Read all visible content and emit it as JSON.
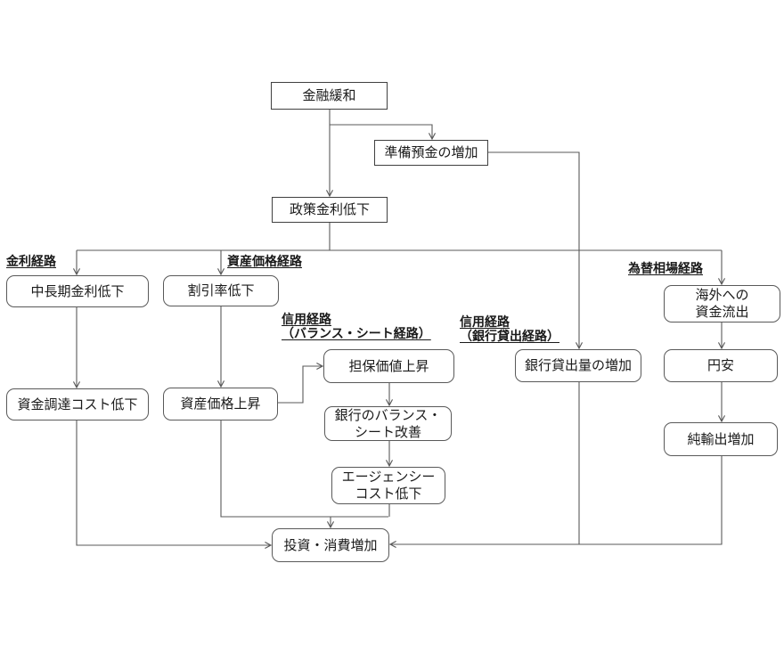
{
  "nodes": {
    "monetary_easing": "金融緩和",
    "reserve_deposits_increase": "準備預金の増加",
    "policy_rate_cut": "政策金利低下",
    "mid_long_term_rate_cut": "中長期金利低下",
    "discount_rate_cut": "割引率低下",
    "collateral_value_rise": "担保価値上昇",
    "bank_lending_increase": "銀行貸出量の増加",
    "overseas_capital_outflow": "海外への\n資金流出",
    "yen_depreciation": "円安",
    "funding_cost_cut": "資金調達コスト低下",
    "asset_price_rise": "資産価格上昇",
    "bank_balance_sheet_improvement": "銀行のバランス・\nシート改善",
    "agency_cost_cut": "エージェンシー\nコスト低下",
    "net_export_increase": "純輸出増加",
    "investment_consumption_increase": "投資・消費増加"
  },
  "channel_labels": {
    "interest_rate": "金利経路",
    "asset_price": "資産価格経路",
    "credit_balance_sheet": "信用経路\n（バランス・シート経路）",
    "credit_bank_lending": "信用経路\n（銀行貸出経路）",
    "exchange_rate": "為替相場経路"
  },
  "colors": {
    "line": "#595959",
    "rect_border": "#404040",
    "rounded_border": "#595959",
    "text": "#1a1a1a",
    "background": "#ffffff"
  }
}
